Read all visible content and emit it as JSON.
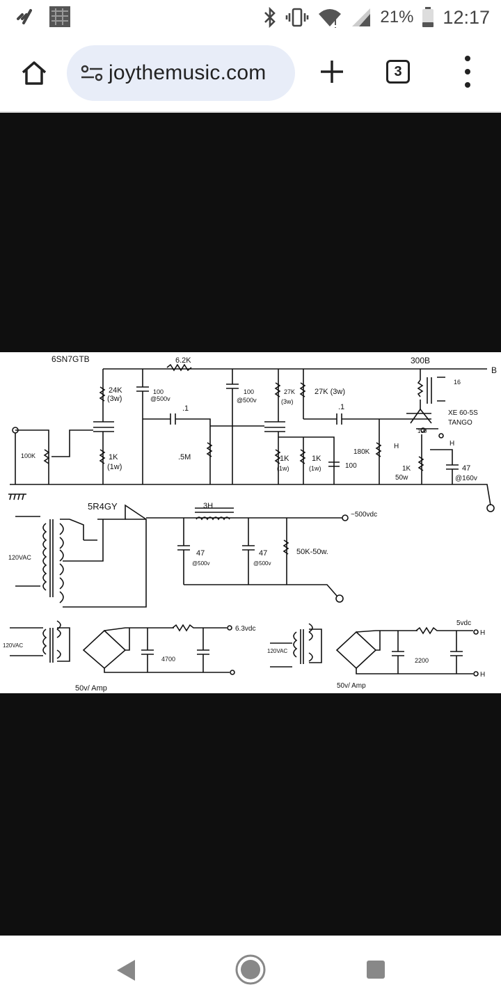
{
  "status_bar": {
    "battery": "21%",
    "time": "12:17",
    "icons": [
      "missed-call-icon",
      "photo-thumbnail-icon",
      "bluetooth-icon",
      "vibrate-icon",
      "wifi-icon",
      "signal-icon",
      "battery-icon"
    ]
  },
  "browser": {
    "url": "joythemusic.com",
    "tab_count": "3",
    "icons": [
      "home-icon",
      "site-settings-icon",
      "new-tab-icon",
      "tabs-icon",
      "more-menu-icon"
    ]
  },
  "schematic": {
    "labels": {
      "tube1": "6SN7GTB",
      "r_top": "6.2K",
      "tube2": "300B",
      "r24k": "24K",
      "w3a": "(3w)",
      "c100a": "100",
      "c500a": "@500v",
      "c01a": ".1",
      "c100b": "100",
      "c500b": "@500v",
      "r27k": "27K",
      "w3b": "(3w)",
      "r27k3w": "27K (3w)",
      "c01b": ".1",
      "ohm16": "16",
      "out_tx": "XE 60-5S",
      "tango": "TANGO",
      "pot": "100K",
      "r1k": "1K",
      "w1a": "(1w)",
      "r5m": ".5M",
      "r1kb": "1K",
      "w1b": "(1w)",
      "r1kc": "1K",
      "w1c": "(1w)",
      "r180k": "180K",
      "c100c": "100",
      "hum100": "100",
      "h1": "H",
      "h2": "H",
      "r1k50w": "1K",
      "w50": "50w",
      "c47": "47",
      "c160": "@160v",
      "rect": "5R4GY",
      "choke": "3H",
      "b_plus": "~500vdc",
      "vac1": "120VAC",
      "c47b": "47",
      "c500c": "@500v",
      "c47c": "47",
      "c500d": "@500v",
      "r50k": "50K-50w.",
      "vac2": "120VAC",
      "v63": "6.3vdc",
      "c4700": "4700",
      "amp1": "50v/  Amp",
      "vac3": "120VAC",
      "v5": "5vdc",
      "h3": "H",
      "c2200": "2200",
      "h4": "H",
      "amp2": "50v/  Amp",
      "b_end": "B"
    }
  },
  "nav_bar": {
    "icons": [
      "back-icon",
      "home-circle-icon",
      "recents-icon"
    ]
  }
}
